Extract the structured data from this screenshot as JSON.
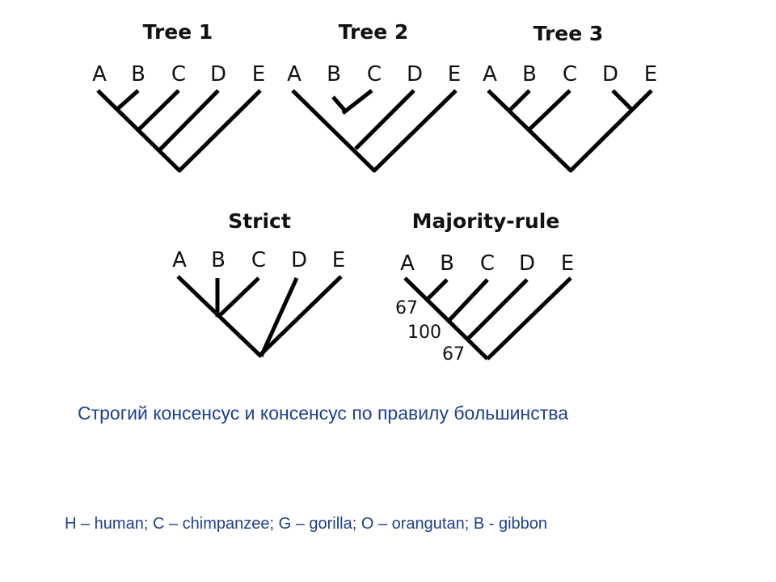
{
  "trees": [
    {
      "title": "Tree 1",
      "leaves": [
        "A",
        "B",
        "C",
        "D",
        "E"
      ]
    },
    {
      "title": "Tree 2",
      "leaves": [
        "A",
        "B",
        "C",
        "D",
        "E"
      ]
    },
    {
      "title": "Tree 3",
      "leaves": [
        "A",
        "B",
        "C",
        "D",
        "E"
      ]
    },
    {
      "title": "Strict",
      "leaves": [
        "A",
        "B",
        "C",
        "D",
        "E"
      ]
    },
    {
      "title": "Majority-rule",
      "leaves": [
        "A",
        "B",
        "C",
        "D",
        "E"
      ],
      "support_values": [
        "67",
        "100",
        "67"
      ]
    }
  ],
  "caption": "Строгий консенсус и консенсус по правилу большинства",
  "legend": "H – human; C – chimpanzee; G – gorilla; O – orangutan; B - gibbon"
}
